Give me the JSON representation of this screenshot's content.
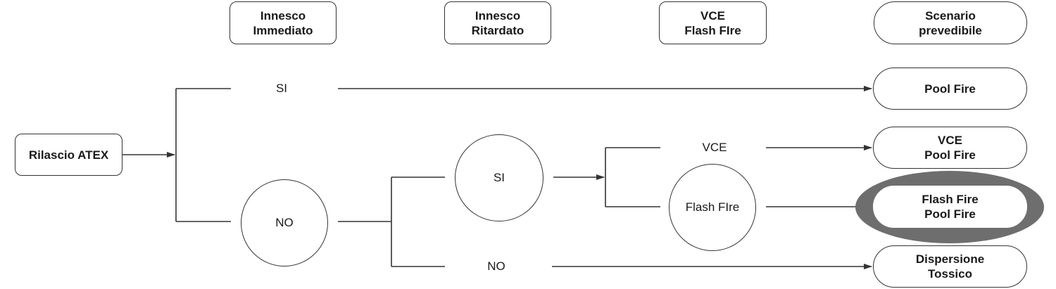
{
  "headers": {
    "immediate": [
      "Innesco",
      "Immediato"
    ],
    "delayed": [
      "Innesco",
      "Ritardato"
    ],
    "vce_flash": [
      "VCE",
      "Flash FIre"
    ],
    "scenario": [
      "Scenario",
      "prevedibile"
    ]
  },
  "start": "Rilascio ATEX",
  "branches": {
    "si_top": "SI",
    "no_circle": "NO",
    "si_circle": "SI",
    "no_bottom": "NO",
    "vce": "VCE",
    "flash_fire": "Flash FIre"
  },
  "scenarios": {
    "pool_fire": [
      "Pool Fire"
    ],
    "vce_pool_fire": [
      "VCE",
      "Pool Fire"
    ],
    "flash_pool_fire": [
      "Flash Fire",
      "Pool Fire"
    ],
    "dispersione": [
      "Dispersione",
      "Tossico"
    ]
  },
  "colors": {
    "line": "#333333",
    "highlight": "#6e6e6e"
  }
}
